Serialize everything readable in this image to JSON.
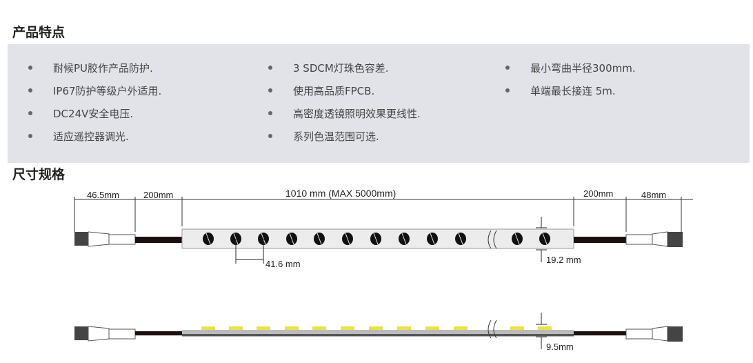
{
  "sections": {
    "features_title": "产品特点",
    "dimensions_title": "尺寸规格"
  },
  "features": [
    [
      "耐候PU胶作产品防护.",
      "IP67防护等级户外适用.",
      "DC24V安全电压.",
      "适应遥控器调光."
    ],
    [
      "3 SDCM灯珠色容差.",
      "使用高品质FPCB.",
      "高密度透镜照明效果更线性.",
      "系列色温范围可选."
    ],
    [
      "最小弯曲半径300mm.",
      "单端最长接连 5m."
    ]
  ],
  "dimensions": {
    "left_connector": "46.5mm",
    "left_cable": "200mm",
    "strip_length": "1010 mm (MAX 5000mm)",
    "right_cable": "200mm",
    "right_connector": "48mm",
    "pitch": "41.6 mm",
    "width": "19.2 mm",
    "height": "9.5mm"
  },
  "colors": {
    "panel": "#e1e3e8",
    "led": "#e8e24a",
    "strip": "#ececec"
  }
}
